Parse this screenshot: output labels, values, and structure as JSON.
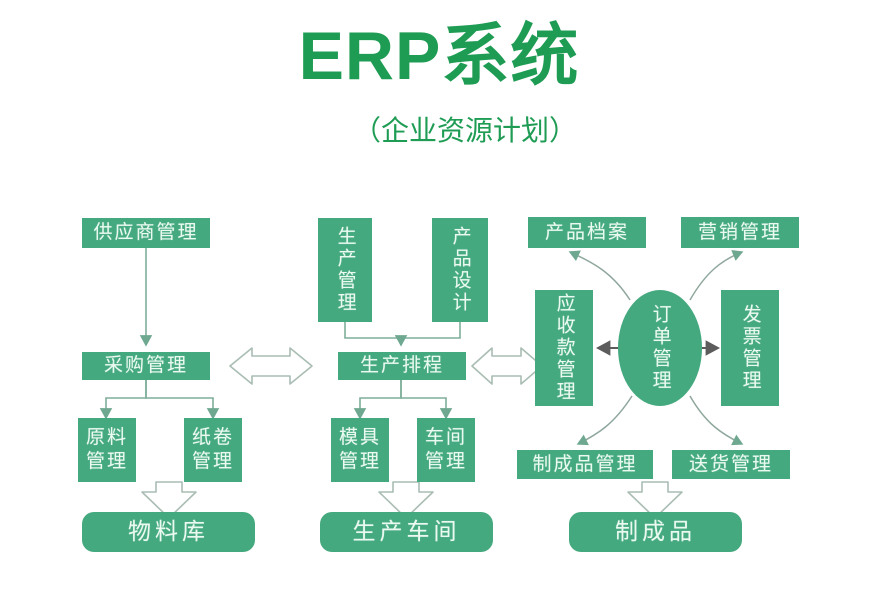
{
  "header": {
    "title": "ERP系统",
    "subtitle": "（企业资源计划）",
    "title_color": "#1f9c54"
  },
  "theme": {
    "node_fill": "#45a97f",
    "node_text": "#eafaf1",
    "connector_color": "#7fae9a",
    "hollow_arrow_stroke": "#9fb8ab",
    "background": "#ffffff"
  },
  "diagram": {
    "type": "flowchart",
    "columns": [
      {
        "name": "procurement",
        "nodes": [
          "供应商管理",
          "采购管理",
          "原料管理",
          "纸卷管理",
          "物料库"
        ]
      },
      {
        "name": "production",
        "nodes": [
          "生产管理",
          "产品设计",
          "生产排程",
          "模具管理",
          "车间管理",
          "生产车间"
        ]
      },
      {
        "name": "order",
        "nodes": [
          "产品档案",
          "营销管理",
          "应收款管理",
          "订单管理",
          "发票管理",
          "制成品管理",
          "送货管理",
          "制成品"
        ]
      }
    ],
    "nodes": {
      "supplier_mgmt": "供应商管理",
      "purchase_mgmt": "采购管理",
      "raw_material_mgmt": "原料\n管理",
      "paper_roll_mgmt": "纸卷\n管理",
      "material_warehouse": "物料库",
      "production_mgmt": "生产管理",
      "product_design": "产品设计",
      "production_schedule": "生产排程",
      "mold_mgmt": "模具\n管理",
      "workshop_mgmt": "车间\n管理",
      "production_workshop": "生产车间",
      "product_archive": "产品档案",
      "marketing_mgmt": "营销管理",
      "receivables_mgmt": "应收款管理",
      "order_mgmt": "订单管理",
      "invoice_mgmt": "发票管理",
      "finished_goods_mgmt": "制成品管理",
      "delivery_mgmt": "送货管理",
      "finished_product": "制成品"
    }
  }
}
